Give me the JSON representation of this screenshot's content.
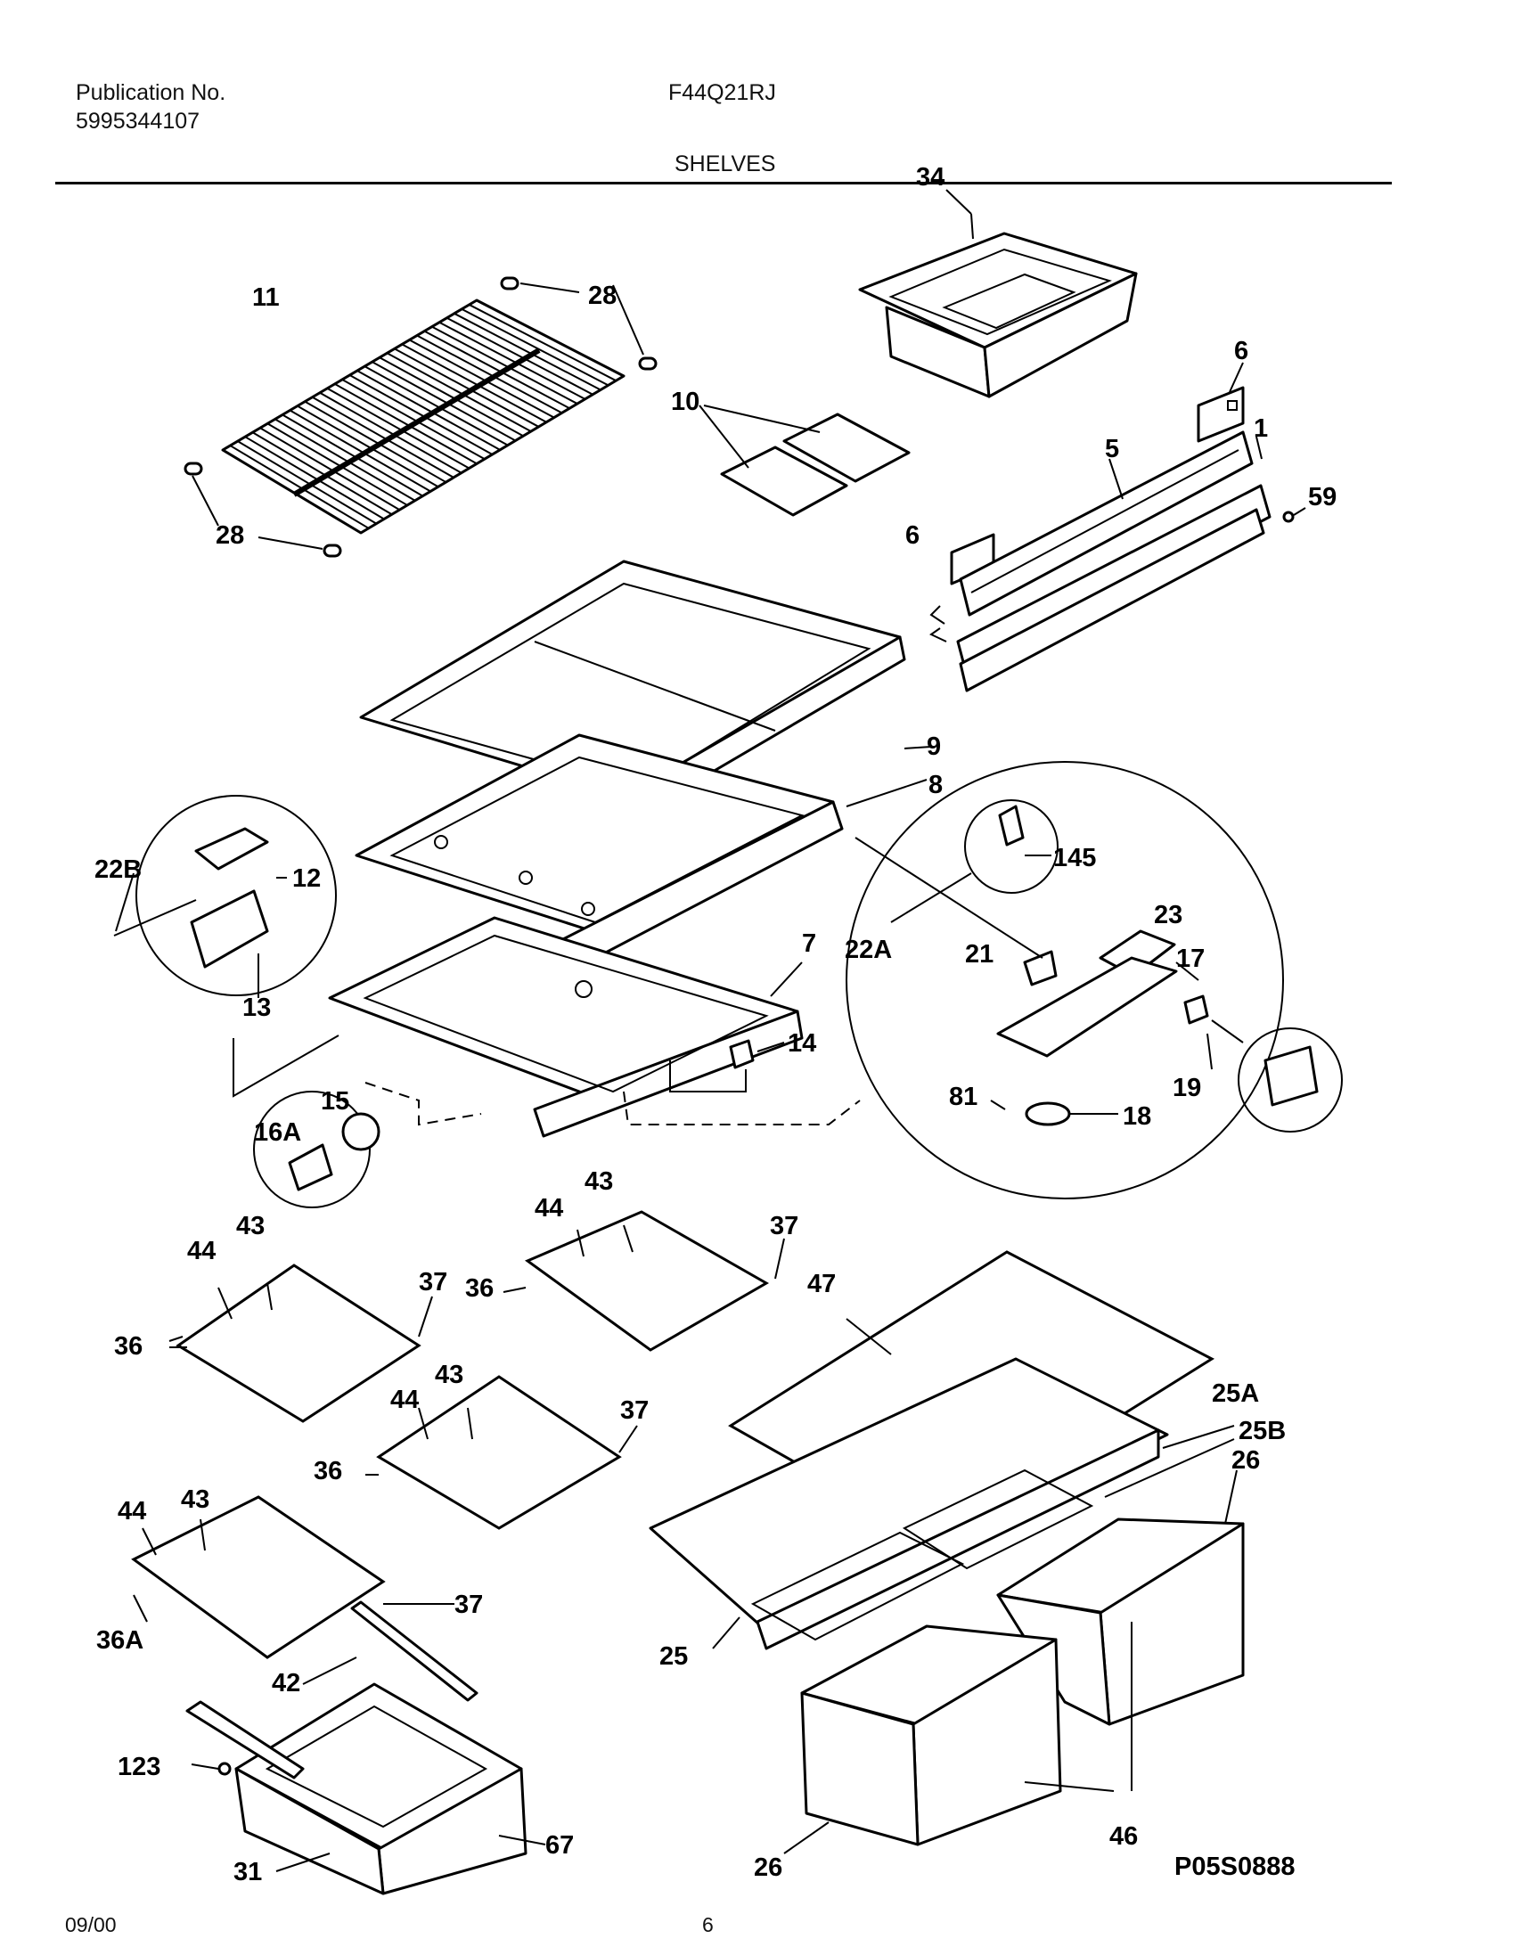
{
  "header": {
    "publication_label": "Publication No.",
    "publication_number": "5995344107",
    "model": "F44Q21RJ",
    "section": "SHELVES"
  },
  "footer": {
    "date": "09/00",
    "page_number": "6",
    "diagram_code": "P05S0888"
  },
  "callouts": {
    "c34": "34",
    "c28a": "28",
    "c11": "11",
    "c10": "10",
    "c6a": "6",
    "c1": "1",
    "c5": "5",
    "c59": "59",
    "c28b": "28",
    "c6b": "6",
    "c9": "9",
    "c8": "8",
    "c22b": "22B",
    "c12": "12",
    "c145": "145",
    "c23": "23",
    "c7": "7",
    "c22a": "22A",
    "c21": "21",
    "c17": "17",
    "c13": "13",
    "c14": "14",
    "c81": "81",
    "c19": "19",
    "c18": "18",
    "c15": "15",
    "c16a": "16A",
    "c43a": "43",
    "c44a": "44",
    "c37a": "37",
    "c36a": "36",
    "c43b": "43",
    "c37b": "37",
    "c44b": "44",
    "c36b": "36",
    "c47": "47",
    "c43c": "43",
    "c44c": "44",
    "c37c": "37",
    "c36c": "36",
    "c25a": "25A",
    "c25b": "25B",
    "c26a": "26",
    "c44d": "44",
    "c43d": "43",
    "c37d": "37",
    "c36aa": "36A",
    "c25": "25",
    "c42": "42",
    "c123": "123",
    "c67": "67",
    "c31": "31",
    "c26b": "26",
    "c46": "46"
  }
}
